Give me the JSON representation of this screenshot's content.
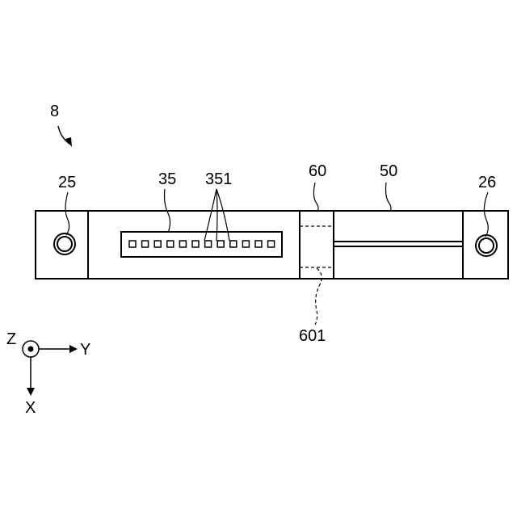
{
  "figure": {
    "label": "8"
  },
  "parts": {
    "hole_left": "25",
    "connector": "35",
    "pins": "351",
    "section": "60",
    "slot": "50",
    "hole_right": "26",
    "dashed_part": "601"
  },
  "axes": {
    "z": "Z",
    "y": "Y",
    "x": "X"
  },
  "connector_pin_count": 12
}
